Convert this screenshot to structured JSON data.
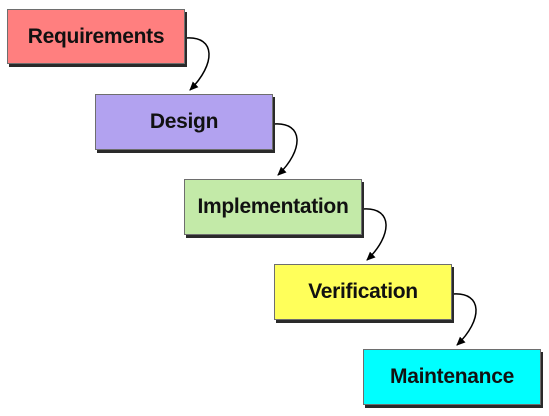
{
  "stages": [
    {
      "label": "Requirements",
      "color": "#ff7f7f"
    },
    {
      "label": "Design",
      "color": "#b2a2f0"
    },
    {
      "label": "Implementation",
      "color": "#c3eaa8"
    },
    {
      "label": "Verification",
      "color": "#ffff5a"
    },
    {
      "label": "Maintenance",
      "color": "#00ffff"
    }
  ],
  "connector_color": "#000000"
}
